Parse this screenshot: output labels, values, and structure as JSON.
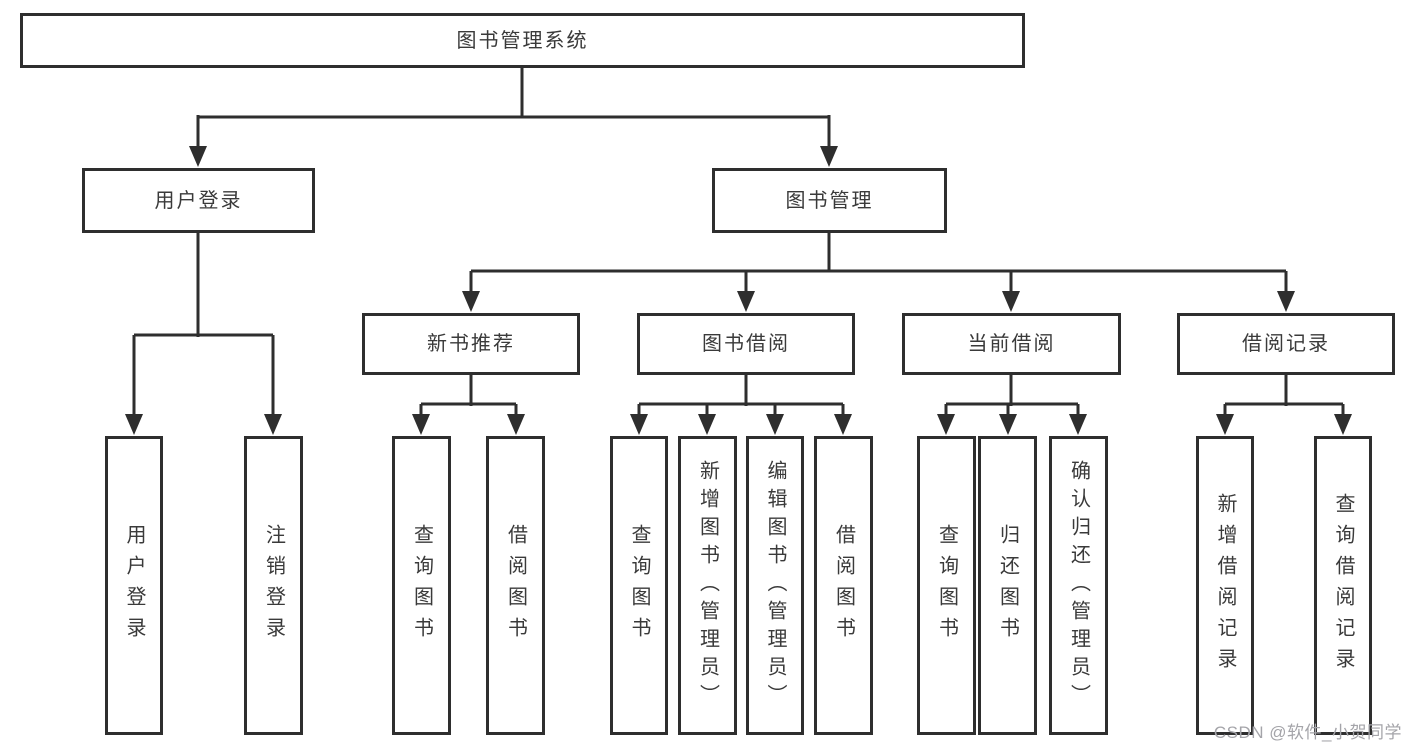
{
  "colors": {
    "background": "#ffffff",
    "line": "#2e2e2e",
    "box_border": "#2e2e2e",
    "text": "#3a3a3a",
    "watermark": "#a4a4a9"
  },
  "watermark": {
    "text": "CSDN @软件_小贺同学"
  },
  "diagram": {
    "root": "图书管理系统",
    "branches": [
      {
        "label": "用户登录",
        "children": [
          "用户登录",
          "注销登录"
        ]
      },
      {
        "label": "图书管理",
        "sections": [
          {
            "label": "新书推荐",
            "children": [
              "查询图书",
              "借阅图书"
            ]
          },
          {
            "label": "图书借阅",
            "children": [
              "查询图书",
              "新增图书（管理员）",
              "编辑图书（管理员）",
              "借阅图书"
            ]
          },
          {
            "label": "当前借阅",
            "children": [
              "查询图书",
              "归还图书",
              "确认归还（管理员）"
            ]
          },
          {
            "label": "借阅记录",
            "children": [
              "新增借阅记录",
              "查询借阅记录"
            ]
          }
        ]
      }
    ]
  }
}
